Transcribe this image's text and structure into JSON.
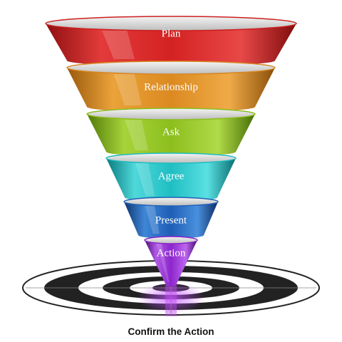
{
  "stages": [
    {
      "label": "Plan",
      "color": "#cc1f1f"
    },
    {
      "label": "Relationship",
      "color": "#d8861f"
    },
    {
      "label": "Ask",
      "color": "#8cbd1c"
    },
    {
      "label": "Agree",
      "color": "#1bbdc0"
    },
    {
      "label": "Present",
      "color": "#1f62b8"
    },
    {
      "label": "Action",
      "color": "#8a24c8"
    }
  ],
  "target": {
    "ring_color": "#222222"
  },
  "caption": "Confirm the Action"
}
